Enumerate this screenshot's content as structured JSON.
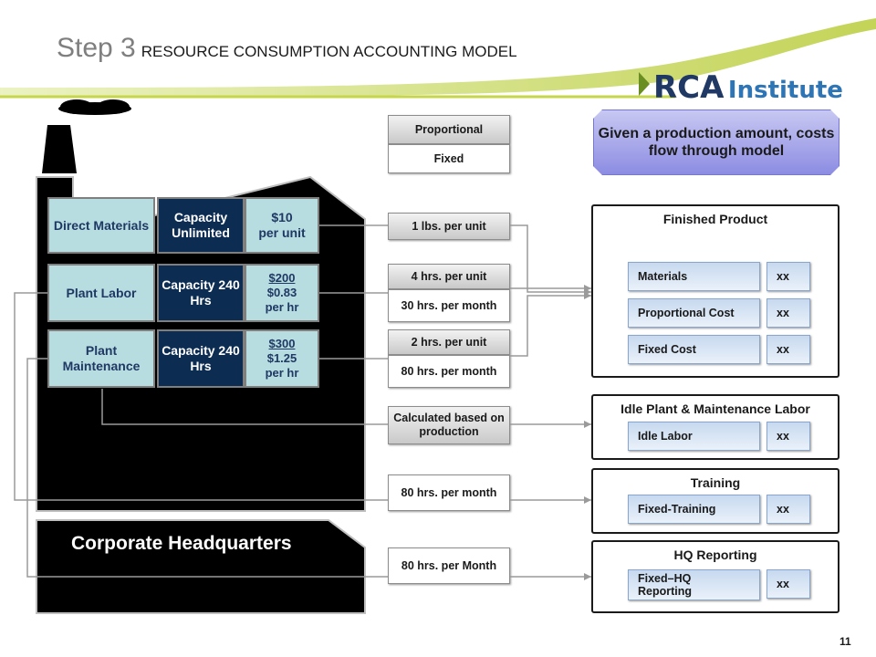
{
  "title": {
    "main": "Step 3",
    "sub": "RESOURCE CONSUMPTION ACCOUNTING MODEL"
  },
  "logo": {
    "text_rca": "RCA",
    "text_institute": "Institute"
  },
  "callout": "Given a production amount, costs flow through model",
  "legend": {
    "proportional": "Proportional",
    "fixed": "Fixed"
  },
  "resources": [
    {
      "name": "Direct Materials",
      "capacity": "Capacity Unlimited",
      "cost_top": "$10",
      "cost_bottom": "per unit"
    },
    {
      "name": "Plant Labor",
      "capacity": "Capacity 240 Hrs",
      "cost_top": "$200",
      "cost_mid": "$0.83",
      "cost_bottom": "per hr"
    },
    {
      "name": "Plant Maintenance",
      "capacity": "Capacity 240 Hrs",
      "cost_top": "$300",
      "cost_mid": "$1.25",
      "cost_bottom": "per hr"
    }
  ],
  "headquarters": "Corporate Headquarters",
  "drivers": {
    "d1": "1 lbs. per unit",
    "d2_prop": "4 hrs. per unit",
    "d2_fixed": "30 hrs. per month",
    "d3_prop": "2 hrs. per unit",
    "d3_fixed": "80 hrs. per month",
    "d4": "Calculated based on production",
    "d5": "80 hrs. per month",
    "d6": "80 hrs. per Month"
  },
  "panels": {
    "finished": {
      "title": "Finished Product",
      "rows": [
        "Materials",
        "Proportional Cost",
        "Fixed Cost"
      ]
    },
    "idle": {
      "title": "Idle Plant & Maintenance Labor",
      "rows": [
        "Idle Labor"
      ]
    },
    "training": {
      "title": "Training",
      "rows": [
        "Fixed-Training"
      ]
    },
    "hq": {
      "title": "HQ Reporting",
      "rows": [
        "Fixed–HQ Reporting"
      ]
    },
    "value": "xx"
  },
  "page_number": "11",
  "colors": {
    "dark_blue": "#0c2c52",
    "light_teal": "#b7dde0",
    "accent_green": "#c5d64a",
    "callout": "#9a9ae6"
  }
}
